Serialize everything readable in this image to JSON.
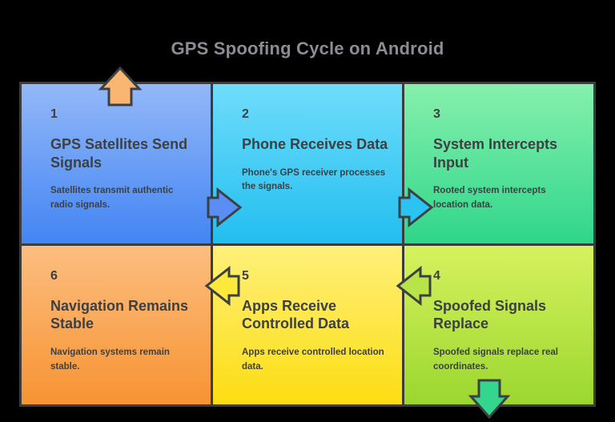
{
  "title": "GPS Spoofing Cycle on Android",
  "title_color": "#8a8d93",
  "background_color": "#000000",
  "steps": [
    {
      "number": "1",
      "heading": "GPS Satellites Send Signals",
      "description": "Satellites transmit authentic radio signals.",
      "color_top": "#93b8f8",
      "color_bottom": "#4285f4"
    },
    {
      "number": "2",
      "heading": "Phone Receives Data",
      "description": "Phone's GPS receiver processes the signals.",
      "color_top": "#6fddfb",
      "color_bottom": "#22beef"
    },
    {
      "number": "3",
      "heading": "System Intercepts Input",
      "description": "Rooted system intercepts location data.",
      "color_top": "#86f0ad",
      "color_bottom": "#2fd68a"
    },
    {
      "number": "4",
      "heading": "Spoofed Signals Replace",
      "description": "Spoofed signals replace real coordinates.",
      "color_top": "#d6f25e",
      "color_bottom": "#9bd72f"
    },
    {
      "number": "5",
      "heading": "Apps Receive Controlled Data",
      "description": "Apps receive controlled location data.",
      "color_top": "#fff07a",
      "color_bottom": "#fcdd12"
    },
    {
      "number": "6",
      "heading": "Navigation Remains Stable",
      "description": "Navigation systems remain stable.",
      "color_top": "#fcbe80",
      "color_bottom": "#f79332"
    }
  ],
  "arrows": [
    {
      "name": "arrow-step1-to-step2",
      "direction": "right",
      "color": "#5b8ef5"
    },
    {
      "name": "arrow-step2-to-step3",
      "direction": "right",
      "color": "#2bc4f2"
    },
    {
      "name": "arrow-step3-to-step4",
      "direction": "down",
      "color": "#33d68c"
    },
    {
      "name": "arrow-step4-to-step5",
      "direction": "left",
      "color": "#b8e44a"
    },
    {
      "name": "arrow-step5-to-step6",
      "direction": "left",
      "color": "#fde93c"
    },
    {
      "name": "arrow-step6-to-step1",
      "direction": "up",
      "color": "#fbb572"
    }
  ]
}
